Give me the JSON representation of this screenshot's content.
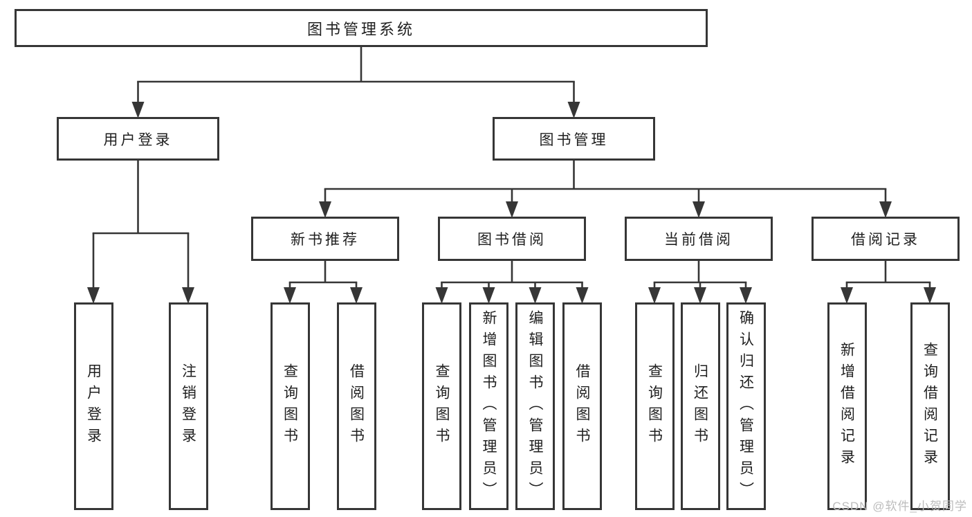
{
  "diagram": {
    "title": "图书管理系统",
    "type": "functional-structure-tree"
  },
  "tree": {
    "root": {
      "label": "图书管理系统"
    },
    "branches": [
      {
        "label": "用户登录",
        "children": [
          {
            "label": "用户登录"
          },
          {
            "label": "注销登录"
          }
        ]
      },
      {
        "label": "图书管理",
        "children": [
          {
            "label": "新书推荐",
            "children": [
              {
                "label": "查询图书"
              },
              {
                "label": "借阅图书"
              }
            ]
          },
          {
            "label": "图书借阅",
            "children": [
              {
                "label": "查询图书"
              },
              {
                "label": "新增图书（管理员）"
              },
              {
                "label": "编辑图书（管理员）"
              },
              {
                "label": "借阅图书"
              }
            ]
          },
          {
            "label": "当前借阅",
            "children": [
              {
                "label": "查询图书"
              },
              {
                "label": "归还图书"
              },
              {
                "label": "确认归还（管理员）"
              }
            ]
          },
          {
            "label": "借阅记录",
            "children": [
              {
                "label": "新增借阅记录"
              },
              {
                "label": "查询借阅记录"
              }
            ]
          }
        ]
      }
    ]
  },
  "watermark": {
    "text": "CSDN @软件_小贺同学"
  },
  "colors": {
    "line": "#363636",
    "box_border": "#363636",
    "text": "#1f1f1f",
    "watermark": "#bcbcbc",
    "background": "#ffffff"
  }
}
